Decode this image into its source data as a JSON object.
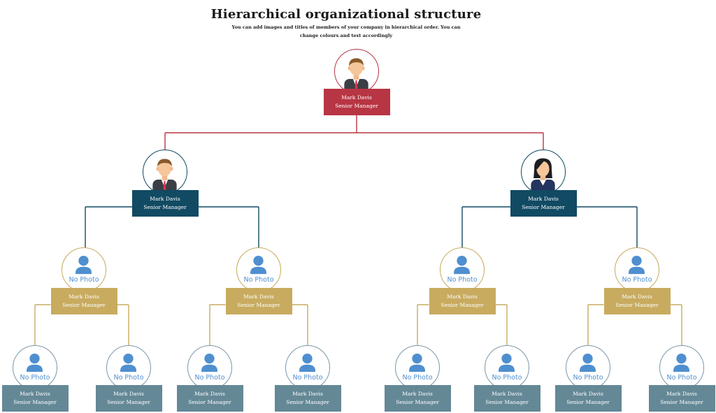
{
  "title": "Hierarchical organizational structure",
  "subtitle": "You can add images and titles of members of your company in hierarchical order. You can change colours and text accordingly",
  "colors": {
    "level1": "#b83543",
    "level2": "#114a63",
    "level3": "#c8ab5f",
    "level4": "#648896",
    "line1": "#b83543",
    "line2": "#114a63",
    "line3": "#c8ab5f",
    "circle4": "#7a98a8",
    "person_icon": "#4f8fcf"
  },
  "nodes": {
    "root": {
      "name": "Mark Davis",
      "title": "Senior Manager",
      "photo": "man-avatar-icon"
    },
    "mgr_left": {
      "name": "Mark Davis",
      "title": "Senior Manager",
      "photo": "man-avatar-icon"
    },
    "mgr_right": {
      "name": "Mark Davis",
      "title": "Senior Manager",
      "photo": "woman-avatar-icon"
    },
    "lead_1": {
      "name": "Mark Davis",
      "title": "Senior Manager",
      "photo_label": "No Photo"
    },
    "lead_2": {
      "name": "Mark Davis",
      "title": "Senior Manager",
      "photo_label": "No Photo"
    },
    "lead_3": {
      "name": "Mark Davis",
      "title": "Senior Manager",
      "photo_label": "No Photo"
    },
    "lead_4": {
      "name": "Mark Davis",
      "title": "Senior Manager",
      "photo_label": "No Photo"
    },
    "staff_1": {
      "name": "Mark Davis",
      "title": "Senior Manager",
      "photo_label": "No Photo"
    },
    "staff_2": {
      "name": "Mark Davis",
      "title": "Senior Manager",
      "photo_label": "No Photo"
    },
    "staff_3": {
      "name": "Mark Davis",
      "title": "Senior Manager",
      "photo_label": "No Photo"
    },
    "staff_4": {
      "name": "Mark Davis",
      "title": "Senior Manager",
      "photo_label": "No Photo"
    },
    "staff_5": {
      "name": "Mark Davis",
      "title": "Senior Manager",
      "photo_label": "No Photo"
    },
    "staff_6": {
      "name": "Mark Davis",
      "title": "Senior Manager",
      "photo_label": "No Photo"
    },
    "staff_7": {
      "name": "Mark Davis",
      "title": "Senior Manager",
      "photo_label": "No Photo"
    },
    "staff_8": {
      "name": "Mark Davis",
      "title": "Senior Manager",
      "photo_label": "No Photo"
    }
  }
}
